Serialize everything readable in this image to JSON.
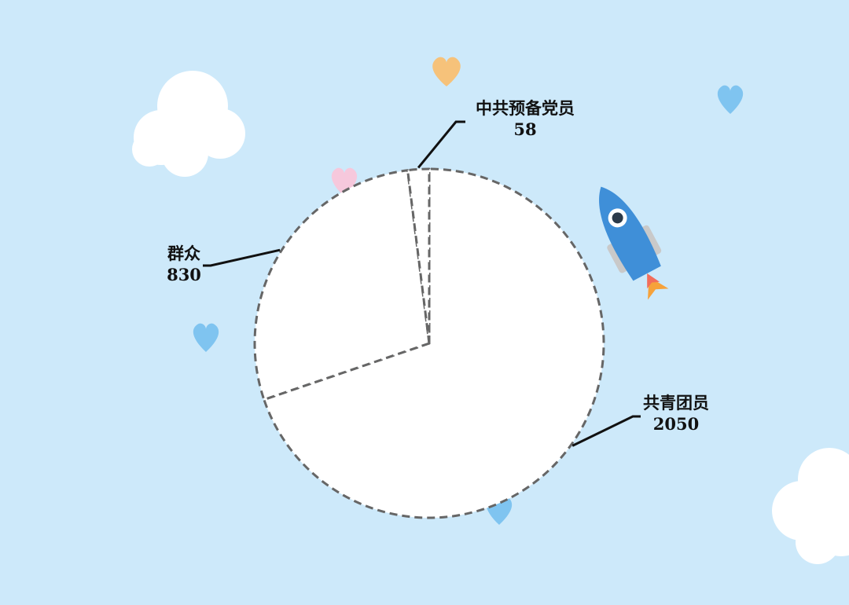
{
  "chart_data": {
    "type": "pie",
    "slices": [
      {
        "label": "共青团员",
        "value": 2050
      },
      {
        "label": "群众",
        "value": 830
      },
      {
        "label": "中共预备党员",
        "value": 58
      }
    ],
    "legend": "none",
    "slice_fill": "#ffffff",
    "slice_stroke": "#666666"
  },
  "colors": {
    "background": "#cde9fa",
    "heart_orange": "#f6c27a",
    "heart_blue": "#7fc4f0",
    "heart_pink": "#f6c8dc",
    "rocket_body": "#3f8fd8"
  }
}
